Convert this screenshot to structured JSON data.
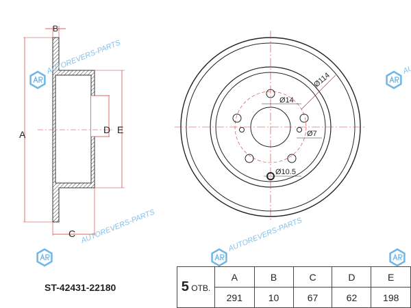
{
  "part_number": "ST-42431-22180",
  "drawing": {
    "section_labels": {
      "a": "A",
      "b": "B",
      "c": "C",
      "d": "D",
      "e": "E"
    },
    "front_labels": {
      "pcd": "Ø114",
      "hole": "Ø14",
      "small_hole": "Ø7",
      "bottom_hole": "Ø10.5"
    }
  },
  "watermark": {
    "text": "AUTOREVERS-PARTS",
    "logo": "AR"
  },
  "table": {
    "holes_count": "5",
    "holes_unit": "ОТВ.",
    "headers": [
      "A",
      "B",
      "C",
      "D",
      "E"
    ],
    "values": [
      "291",
      "10",
      "67",
      "62",
      "198"
    ]
  }
}
